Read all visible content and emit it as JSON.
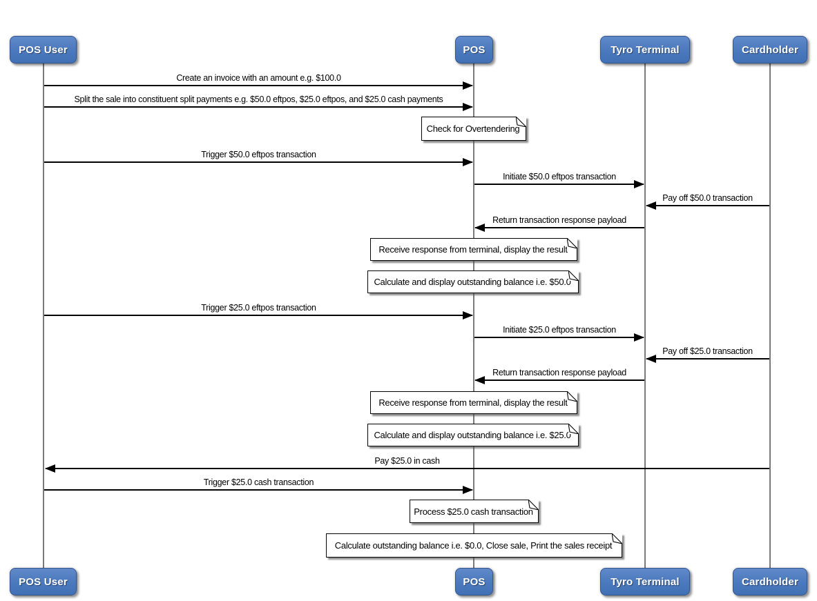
{
  "diagram_type": "sequence-diagram",
  "colors": {
    "actor_fill": "#4b79bd",
    "actor_border": "#33568f",
    "actor_text": "#ffffff",
    "message_line": "#000000",
    "lifeline": "#7a7a7a",
    "note_fill": "#ffffff",
    "background": "#ffffff"
  },
  "actors": [
    {
      "name": "POS User"
    },
    {
      "name": "POS"
    },
    {
      "name": "Tyro Terminal"
    },
    {
      "name": "Cardholder"
    }
  ],
  "messages": [
    {
      "from": "POS User",
      "to": "POS",
      "label": "Create an invoice with an amount e.g. $100.0"
    },
    {
      "from": "POS User",
      "to": "POS",
      "label": "Split the sale into constituent split payments e.g. $50.0 eftpos, $25.0 eftpos, and $25.0 cash payments"
    },
    {
      "from": "POS User",
      "to": "POS",
      "label": "Trigger $50.0 eftpos transaction"
    },
    {
      "from": "POS",
      "to": "Tyro Terminal",
      "label": "Initiate $50.0 eftpos transaction"
    },
    {
      "from": "Cardholder",
      "to": "Tyro Terminal",
      "label": "Pay off $50.0 transaction"
    },
    {
      "from": "Tyro Terminal",
      "to": "POS",
      "label": "Return transaction response payload"
    },
    {
      "from": "POS User",
      "to": "POS",
      "label": "Trigger $25.0 eftpos transaction"
    },
    {
      "from": "POS",
      "to": "Tyro Terminal",
      "label": "Initiate $25.0 eftpos transaction"
    },
    {
      "from": "Cardholder",
      "to": "Tyro Terminal",
      "label": "Pay off $25.0 transaction"
    },
    {
      "from": "Tyro Terminal",
      "to": "POS",
      "label": "Return transaction response payload"
    },
    {
      "from": "Cardholder",
      "to": "POS User",
      "label": "Pay $25.0 in cash"
    },
    {
      "from": "POS User",
      "to": "POS",
      "label": "Trigger $25.0 cash transaction"
    }
  ],
  "notes": [
    {
      "over": "POS",
      "text": "Check for Overtendering"
    },
    {
      "over": "POS",
      "text": "Receive response from terminal, display the result"
    },
    {
      "over": "POS",
      "text": "Calculate and display outstanding balance i.e. $50.0"
    },
    {
      "over": "POS",
      "text": "Receive response from terminal, display the result"
    },
    {
      "over": "POS",
      "text": "Calculate and display outstanding balance i.e. $25.0"
    },
    {
      "over": "POS",
      "text": "Process $25.0 cash transaction"
    },
    {
      "over": "POS",
      "text": "Calculate outstanding balance i.e. $0.0, Close sale, Print the sales receipt"
    }
  ]
}
